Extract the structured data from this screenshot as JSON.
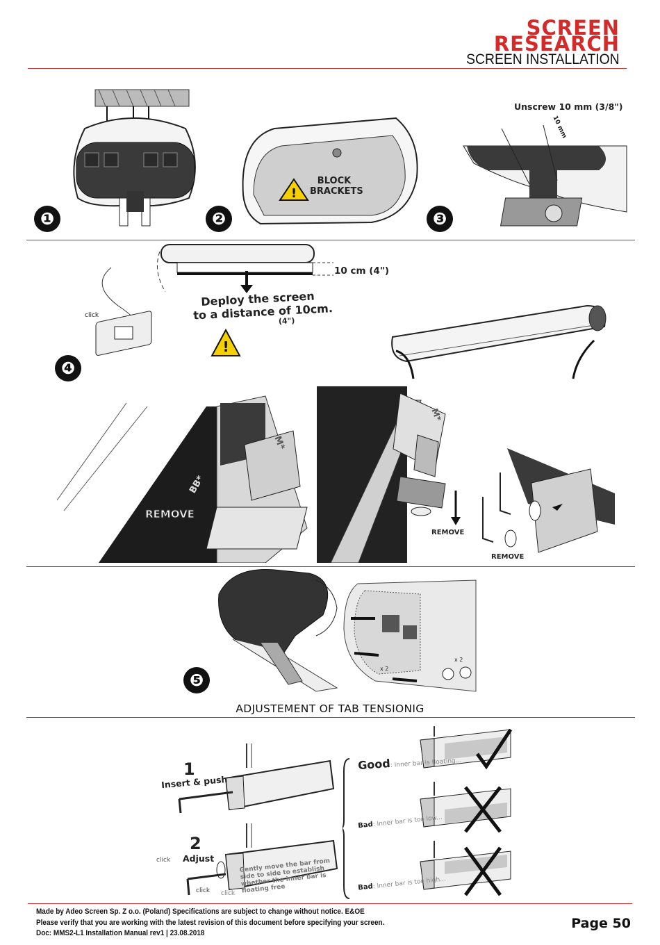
{
  "header": {
    "brand_line1": "SCREEN",
    "brand_line2": "RESEARCH",
    "doc_title": "SCREEN INSTALLATION",
    "brand_color": "#d42a2a"
  },
  "steps": {
    "s1": "❶",
    "s2": "❷",
    "s3": "❸",
    "s4": "❹",
    "s5": "❺"
  },
  "labels": {
    "block_brackets_1": "BLOCK",
    "block_brackets_2": "BRACKETS",
    "unscrew": "Unscrew 10 mm (3/8\")",
    "ten_mm": "10 mm",
    "distance": "10 cm (4\")",
    "deploy_1": "Deploy the screen",
    "deploy_2": "to a distance of 10cm.",
    "deploy_3": "(4\")",
    "click": "click",
    "remove_1": "REMOVE",
    "remove_2": "REMOVE",
    "remove_3": "REMOVE",
    "bb": "BB*",
    "m": "M*",
    "x2_a": "x 2",
    "x2_b": "x 2"
  },
  "adjust": {
    "title": "ADJUSTEMENT OF TAB TENSIONIG",
    "step1_num": "1",
    "step1_text": "Insert & push",
    "step2_num": "2",
    "step2_text": "Adjust",
    "gently": "Gently move the bar from side to side to establish whether the inner bar is floating free",
    "good": "Good",
    "good_desc": ": Inner bar is floating...",
    "bad_low": "Bad",
    "bad_low_desc": ": Inner bar is too low...",
    "bad_high": "Bad",
    "bad_high_desc": ": Inner bar is too high...",
    "click_a": "click",
    "click_b": "click",
    "click_c": "click"
  },
  "footer": {
    "line1": "Made by Adeo Screen Sp. Z o.o. (Poland) Specifications are subject to change without notice. E&OE",
    "line2": "Please verify that you are working with the latest revision of this document before specifying your screen.",
    "line3": "Doc: MMS2-L1  Installation Manual rev1  |  23.08.2018",
    "page": "Page 50"
  }
}
